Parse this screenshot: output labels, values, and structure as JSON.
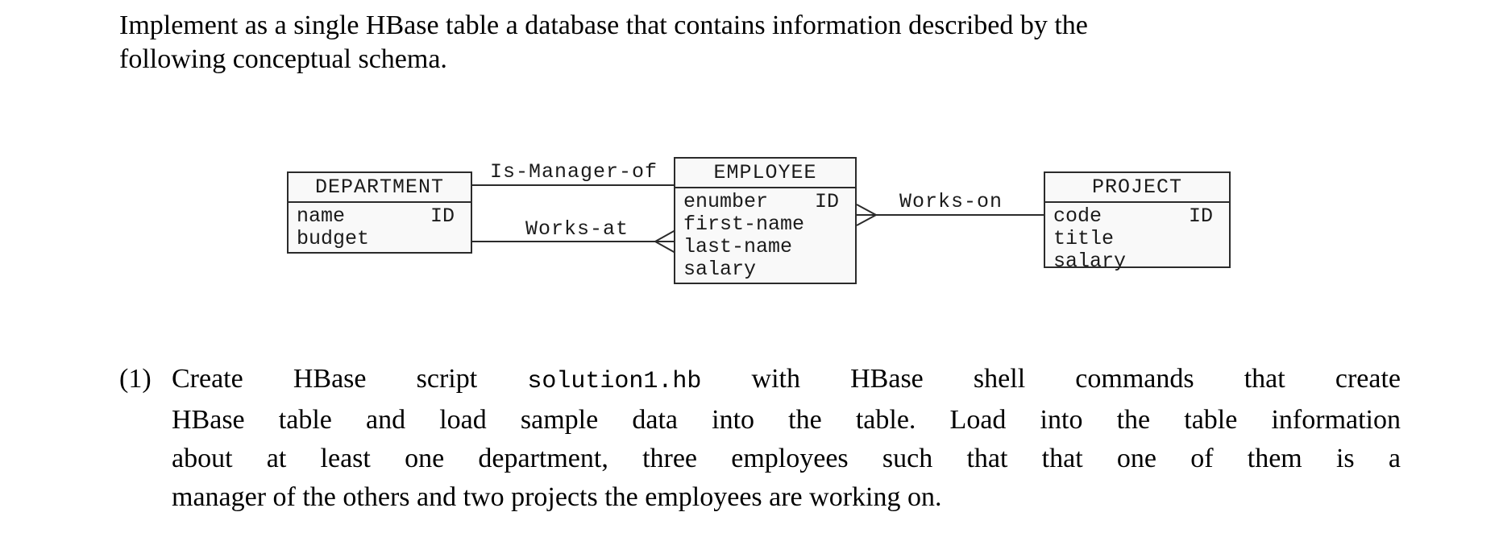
{
  "intro": {
    "line1": "Implement as a single HBase table a database that contains information described by the",
    "line2": "following conceptual schema."
  },
  "diagram": {
    "entities": [
      {
        "name": "DEPARTMENT",
        "attributes": [
          {
            "name": "name",
            "tag": "ID"
          },
          {
            "name": "budget",
            "tag": ""
          }
        ]
      },
      {
        "name": "EMPLOYEE",
        "attributes": [
          {
            "name": "enumber",
            "tag": "ID"
          },
          {
            "name": "first-name",
            "tag": ""
          },
          {
            "name": "last-name",
            "tag": ""
          },
          {
            "name": "salary",
            "tag": ""
          }
        ]
      },
      {
        "name": "PROJECT",
        "attributes": [
          {
            "name": "code",
            "tag": "ID"
          },
          {
            "name": "title",
            "tag": ""
          },
          {
            "name": "salary",
            "tag": ""
          }
        ]
      }
    ],
    "relationships": [
      {
        "label": "Is-Manager-of",
        "from": "DEPARTMENT",
        "to": "EMPLOYEE",
        "many_end": "EMPLOYEE"
      },
      {
        "label": "Works-at",
        "from": "DEPARTMENT",
        "to": "EMPLOYEE",
        "many_end": "EMPLOYEE"
      },
      {
        "label": "Works-on",
        "from": "EMPLOYEE",
        "to": "PROJECT",
        "many_end": "EMPLOYEE"
      }
    ]
  },
  "task": {
    "number": "(1)",
    "line1_pre": "Create HBase script ",
    "line1_code": "solution1.hb",
    "line1_post": " with HBase shell commands that create",
    "line2": "HBase table and load sample data into the table. Load into the table information",
    "line3": "about at least one department, three employees such that that one of them is a",
    "line4": "manager of the others and two projects the employees are working on."
  },
  "colors": {
    "ink": "#000000",
    "diagram_line": "#2b2b2b",
    "entity_fill": "#f9f9f9"
  }
}
